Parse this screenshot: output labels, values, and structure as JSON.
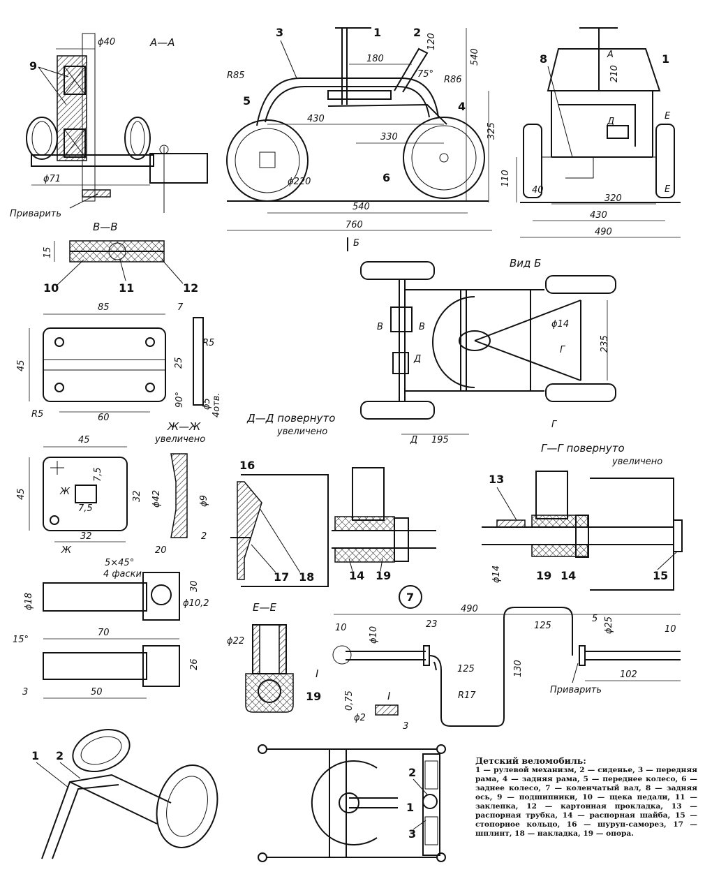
{
  "caption": {
    "title": "Детский веломобиль:",
    "legend": "1 — рулевой механизм, 2 — сиденье, 3 — передняя рама, 4 — задняя рама, 5 — переднее колесо, 6 — заднее колесо, 7 — коленчатый вал, 8 — задняя ось, 9 — подшипники, 10 — щека педали, 11 — заклепка, 12 — картонная прокладка, 13 — распорная трубка, 14 — распорная шайба, 15 — стопорное кольцо, 16 — шуруп-саморез, 17 — шплинт, 18 — накладка, 19 — опора."
  },
  "sections": {
    "aa": "А—А",
    "vv": "В—В",
    "vid_b": "Вид Б",
    "dd": "Д—Д повернуто",
    "dd2": "увеличено",
    "zhzh": "Ж—Ж",
    "zhzh2": "увеличено",
    "gg": "Г—Г повернуто",
    "gg2": "увеличено",
    "ee": "Е—Е",
    "i_detail": "I"
  },
  "notes": {
    "weld_1": "Приварить",
    "weld_2": "Приварить",
    "view_arrow_b": "Б"
  },
  "markers": {
    "a": "А",
    "d": "Д",
    "v_left": "В",
    "v_right": "В",
    "g_top": "Г",
    "g_bottom": "Г",
    "d_bottom": "Д",
    "e_top": "Е",
    "e_bottom": "Е",
    "zh_1": "Ж",
    "zh_2": "Ж",
    "i_label": "I"
  },
  "part_numbers": {
    "p1": "1",
    "p2": "2",
    "p3": "3",
    "p4": "4",
    "p5": "5",
    "p6": "6",
    "p7": "7",
    "p8": "8",
    "p9": "9",
    "p10": "10",
    "p11": "11",
    "p12": "12",
    "p13": "13",
    "p14": "14",
    "p15": "15",
    "p16": "16",
    "p17": "17",
    "p18": "18",
    "p19": "19",
    "p14b": "14",
    "p19b": "19",
    "p19c": "19",
    "iso1": "1",
    "iso2": "2",
    "plan1": "1",
    "plan2": "2",
    "plan3": "3",
    "rear1": "1",
    "rear8": "8"
  },
  "dimensions": {
    "d40": "ϕ40",
    "d71": "ϕ71",
    "r85a": "R85",
    "r85b": "R86",
    "d180": "180",
    "d120": "120",
    "a75": "75°",
    "d430": "430",
    "d330": "330",
    "d540v": "540",
    "d325": "325",
    "d220": "ϕ220",
    "d540": "540",
    "d760": "760",
    "d210": "210",
    "d110": "110",
    "d40b": "40",
    "d320": "320",
    "d430b": "430",
    "d490": "490",
    "d15": "15",
    "d85": "85",
    "d7": "7",
    "d45a": "45",
    "d25": "25",
    "r5a": "R5",
    "r5b": "R5",
    "d60": "60",
    "a90": "90°",
    "d5": "ϕ5",
    "holes4": "4отв.",
    "d14": "ϕ14",
    "d235": "235",
    "d195": "195",
    "d45b": "45",
    "d45c": "45",
    "d7_5a": "7,5",
    "d7_5b": "7,5",
    "d32a": "32",
    "d32b": "32",
    "d42": "ϕ42",
    "d9": "ϕ9",
    "d20": "20",
    "d2": "2",
    "ch5x45": "5×45°",
    "ch4": "4 фаски",
    "d18": "ϕ18",
    "d30": "30",
    "d10_2": "ϕ10,2",
    "d70": "70",
    "a15": "15°",
    "d26": "26",
    "d3": "3",
    "d50": "50",
    "d14b": "ϕ14",
    "d490b": "490",
    "d10a": "10",
    "d10b": "ϕ10",
    "d23": "23",
    "d125a": "125",
    "d125b": "125",
    "d5b": "5",
    "d25b": "ϕ25",
    "d10c": "10",
    "d130": "130",
    "d102": "102",
    "r17": "R17",
    "d22": "ϕ22",
    "d0_75": "0,75",
    "d2b": "ϕ2",
    "d3b": "3"
  }
}
